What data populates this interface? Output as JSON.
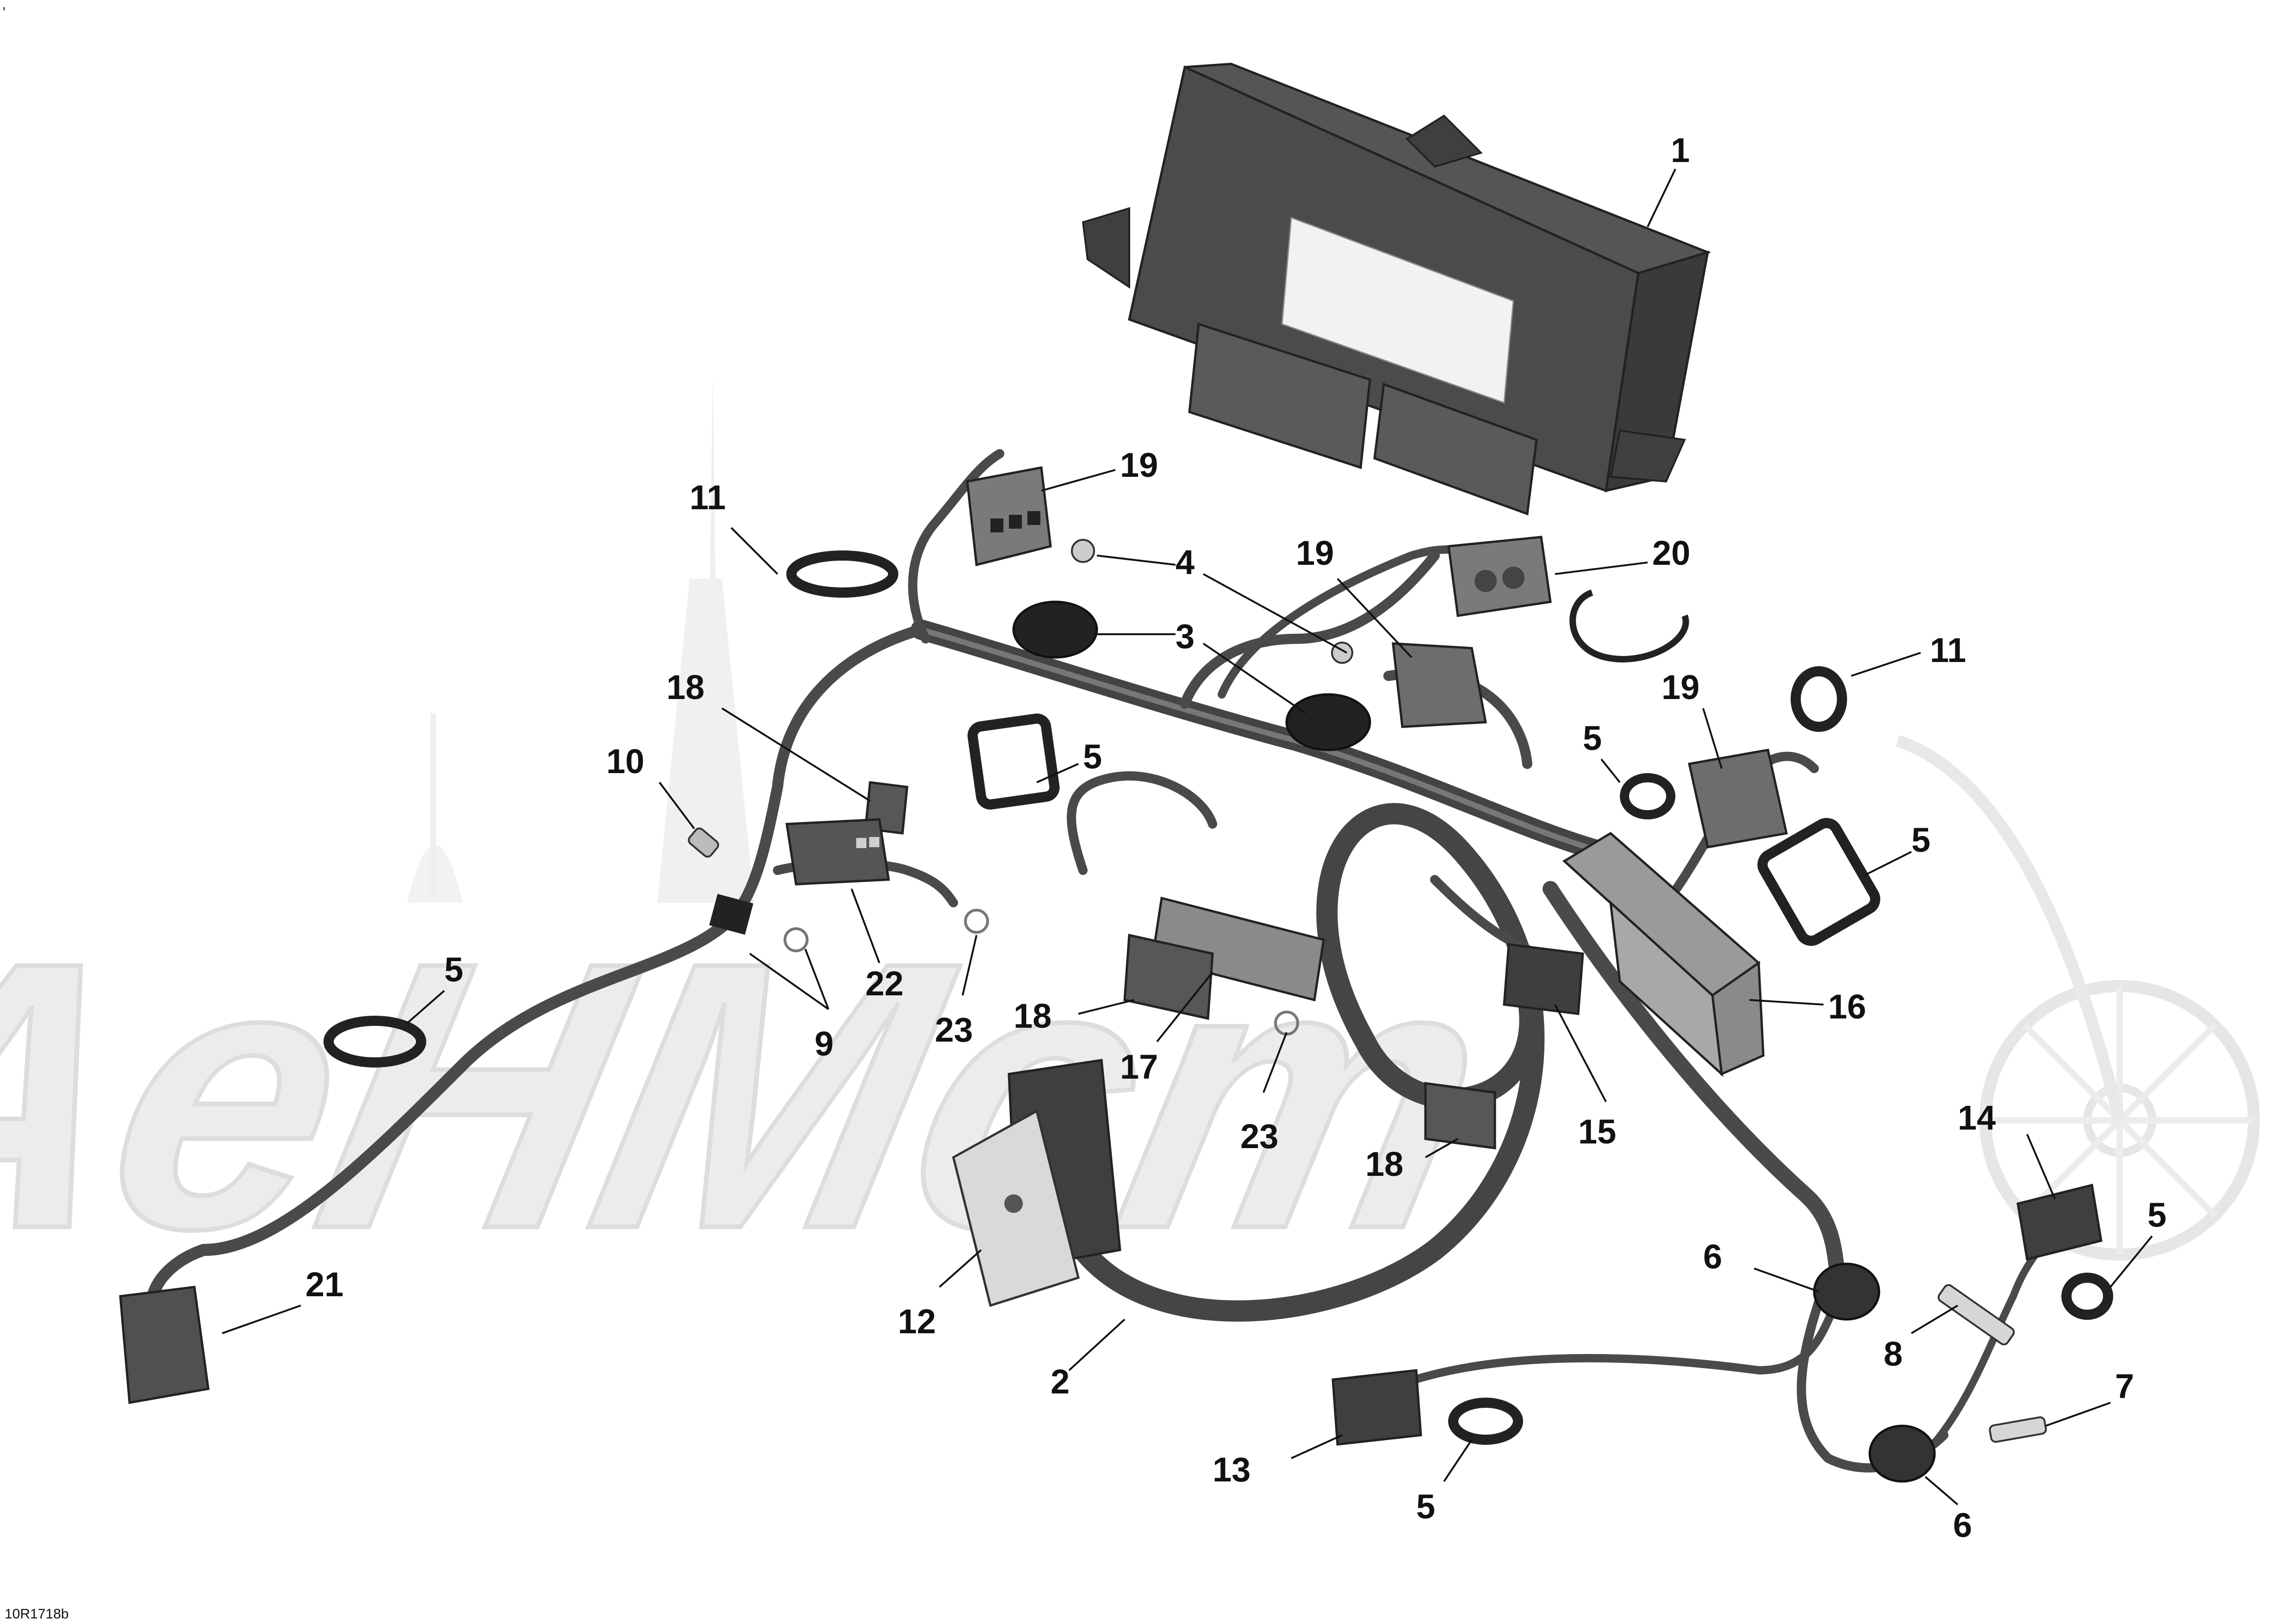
{
  "diagram": {
    "corner_mark": "'",
    "reference_code": "10R1718b",
    "watermark_text": "AeHMcm",
    "callouts": [
      {
        "id": "c1",
        "label": "1"
      },
      {
        "id": "c2",
        "label": "2"
      },
      {
        "id": "c3a",
        "label": "3"
      },
      {
        "id": "c4",
        "label": "4"
      },
      {
        "id": "c5a",
        "label": "5"
      },
      {
        "id": "c5b",
        "label": "5"
      },
      {
        "id": "c5c",
        "label": "5"
      },
      {
        "id": "c5d",
        "label": "5"
      },
      {
        "id": "c5e",
        "label": "5"
      },
      {
        "id": "c5f",
        "label": "5"
      },
      {
        "id": "c6a",
        "label": "6"
      },
      {
        "id": "c6b",
        "label": "6"
      },
      {
        "id": "c7",
        "label": "7"
      },
      {
        "id": "c8",
        "label": "8"
      },
      {
        "id": "c9",
        "label": "9"
      },
      {
        "id": "c10",
        "label": "10"
      },
      {
        "id": "c11a",
        "label": "11"
      },
      {
        "id": "c11b",
        "label": "11"
      },
      {
        "id": "c12",
        "label": "12"
      },
      {
        "id": "c13",
        "label": "13"
      },
      {
        "id": "c14",
        "label": "14"
      },
      {
        "id": "c15",
        "label": "15"
      },
      {
        "id": "c16",
        "label": "16"
      },
      {
        "id": "c17",
        "label": "17"
      },
      {
        "id": "c18a",
        "label": "18"
      },
      {
        "id": "c18b",
        "label": "18"
      },
      {
        "id": "c18c",
        "label": "18"
      },
      {
        "id": "c19a",
        "label": "19"
      },
      {
        "id": "c19b",
        "label": "19"
      },
      {
        "id": "c19c",
        "label": "19"
      },
      {
        "id": "c20",
        "label": "20"
      },
      {
        "id": "c21",
        "label": "21"
      },
      {
        "id": "c22",
        "label": "22"
      },
      {
        "id": "c23a",
        "label": "23"
      },
      {
        "id": "c23b",
        "label": "23"
      }
    ],
    "colors": {
      "part_dark": "#3f3f3f",
      "part_mid": "#6b6b6b",
      "part_light": "#bdbdbd",
      "wire": "#4a4a4a",
      "label_plate": "#f2f2f2",
      "watermark": "#ececec",
      "text": "#111111"
    }
  }
}
